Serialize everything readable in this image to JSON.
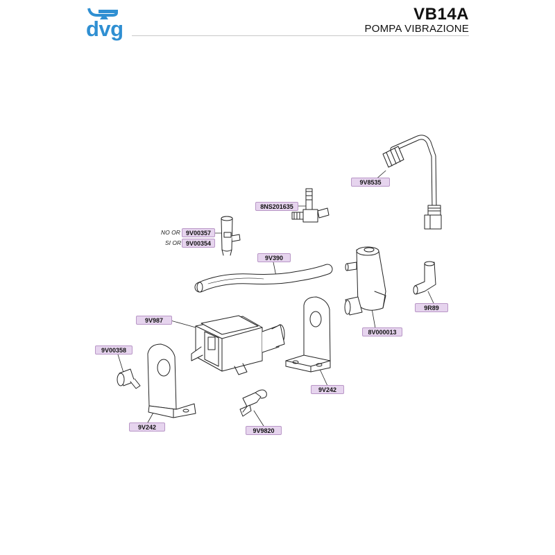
{
  "header": {
    "logo_text": "dvg",
    "model_code": "VB14A",
    "subtitle": "POMPA VIBRAZIONE"
  },
  "colors": {
    "brand": "#2f8fd2",
    "label_fill": "#e6d4ee",
    "label_border": "#b896c6"
  },
  "parts": {
    "p_9v8535": "9V8535",
    "p_8ns201635": "8NS201635",
    "p_9v00357": "9V00357",
    "p_9v00354": "9V00354",
    "note_no_or": "NO OR",
    "note_si_or": "SI OR",
    "p_9v390": "9V390",
    "p_9v987": "9V987",
    "p_8v000013": "8V000013",
    "p_9r89": "9R89",
    "p_9v00358": "9V00358",
    "p_9v242_left": "9V242",
    "p_9v242_right": "9V242",
    "p_9v9820": "9V9820"
  }
}
